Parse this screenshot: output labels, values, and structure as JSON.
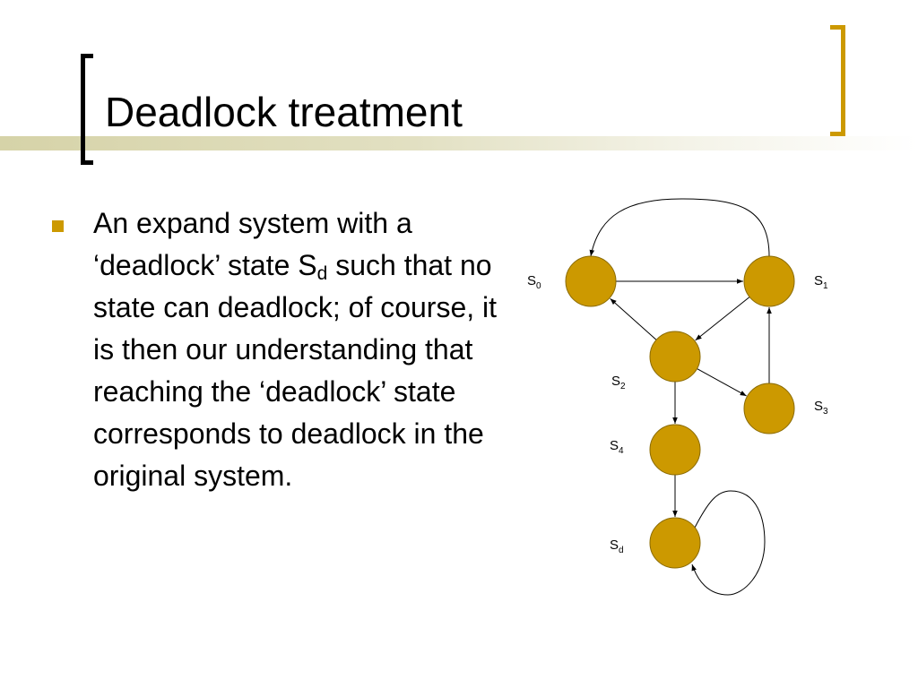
{
  "slide": {
    "title": "Deadlock treatment",
    "bullet": {
      "before_sub": "An expand system with a ‘deadlock’ state S",
      "sub": "d",
      "after_sub": " such that no state can deadlock; of course, it is then our understanding that reaching the ‘deadlock’ state corresponds to deadlock in the original system."
    }
  },
  "diagram": {
    "node_color": "#cc9900",
    "accent_color": "#cc9900",
    "nodes": [
      {
        "id": "s0",
        "base": "S",
        "sub": "0"
      },
      {
        "id": "s1",
        "base": "S",
        "sub": "1"
      },
      {
        "id": "s2",
        "base": "S",
        "sub": "2"
      },
      {
        "id": "s3",
        "base": "S",
        "sub": "3"
      },
      {
        "id": "s4",
        "base": "S",
        "sub": "4"
      },
      {
        "id": "sd",
        "base": "S",
        "sub": "d"
      }
    ],
    "edges": [
      {
        "from": "s0",
        "to": "s1"
      },
      {
        "from": "s1",
        "to": "s0"
      },
      {
        "from": "s1",
        "to": "s2"
      },
      {
        "from": "s2",
        "to": "s0"
      },
      {
        "from": "s2",
        "to": "s3"
      },
      {
        "from": "s3",
        "to": "s1"
      },
      {
        "from": "s2",
        "to": "s4"
      },
      {
        "from": "s4",
        "to": "sd"
      },
      {
        "from": "sd",
        "to": "sd"
      }
    ]
  }
}
